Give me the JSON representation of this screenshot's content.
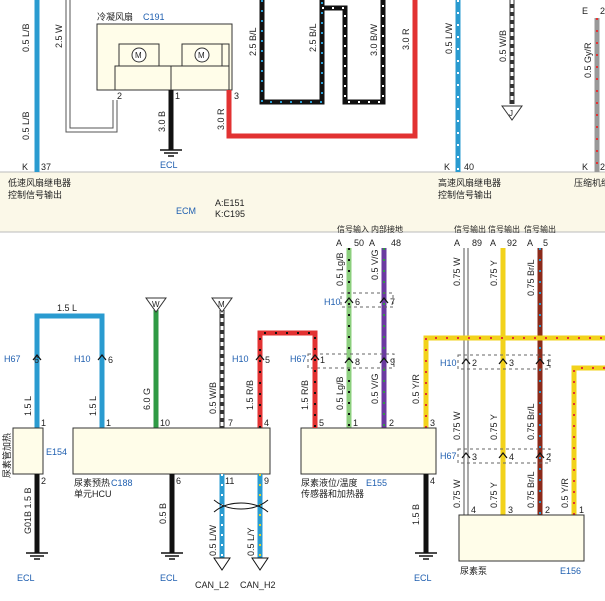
{
  "ecm": {
    "label": "ECM",
    "connector_a": "A:E151",
    "connector_k": "K:C195",
    "left_func": [
      "低速风扇继电器",
      "控制信号输出"
    ],
    "mid_func": [
      "高速风扇继电器",
      "控制信号输出"
    ],
    "right_func": [
      "压缩机继电"
    ],
    "pin37": "37",
    "pin40": "40",
    "pin2": "2",
    "letter_k": "K",
    "letter_e": "E"
  },
  "fan": {
    "title": "冷凝风扇",
    "code": "C191",
    "motor": "M",
    "pin1": "1",
    "pin2": "2",
    "pin3": "3"
  },
  "top_wires": {
    "w1": "0.5 L/B",
    "w1b": "0.5 L/B",
    "w2": "2.5 W",
    "w3": "2.5 B/L",
    "w4": "2.5 B/L",
    "w5": "3.0 B/W",
    "w6": "3.0 R",
    "w7": "3.0 B",
    "w8": "3.0 R",
    "w9": "0.5 L/W",
    "w10": "0.5 W/B",
    "w11": "0.5 Gy/R"
  },
  "ground": {
    "label": "ECL"
  },
  "junction_j": "J",
  "signals": {
    "sig_in": "信号输入",
    "internal_gnd": "内部接地",
    "out1": "信号输出",
    "out2": "信号输出",
    "out3": "信号输出",
    "pin50": "50",
    "pin48": "48",
    "pin89": "89",
    "pin92": "92",
    "pin5": "5",
    "letter_a": "A"
  },
  "connectors": {
    "h67": "H67",
    "h10": "H10"
  },
  "components": {
    "heater_pipe": "尿素管加热",
    "e154": "E154",
    "hcu_name": [
      "尿素预热",
      "单元HCU"
    ],
    "c188": "C188",
    "sensor_name": [
      "尿素液位/温度",
      "传感器和加热器"
    ],
    "e155": "E155",
    "pump": "尿素泵",
    "e156": "E156"
  },
  "bottom_wires": {
    "w15l": "1.5 L",
    "w15l_a": "1.5 L",
    "w15l_b": "1.5 L",
    "g01b": "G01B 1.5 B",
    "w6g": "6.0 G",
    "w05b": "0.5 B",
    "w05wb": "0.5 W/B",
    "w15rb_a": "1.5 R/B",
    "w15rb_b": "1.5 R/B",
    "w05lw": "0.5 L/W",
    "w05ly": "0.5 L/Y",
    "w05lgb_top": "0.5 Lg/B",
    "w05lgb_bot": "0.5 Lg/B",
    "w05vg_top": "0.5 V/G",
    "w05vg_bot": "0.5 V/G",
    "w05yr": "0.5 Y/R",
    "w05yr_b": "0.5 Y/R",
    "w15b": "1.5 B",
    "w075w_a": "0.75 W",
    "w075w_b": "0.75 W",
    "w075w_c": "0.75 W",
    "w075y_a": "0.75 Y",
    "w075y_b": "0.75 Y",
    "w075y_c": "0.75 Y",
    "w075brl_a": "0.75 Br/L",
    "w075brl_b": "0.75 Br/L",
    "w075brl_c": "0.75 Br/L"
  },
  "can": {
    "l2": "CAN_L2",
    "h2": "CAN_H2"
  },
  "pins": {
    "p1": "1",
    "p2": "2",
    "p3": "3",
    "p4": "4",
    "p5": "5",
    "p6": "6",
    "p7": "7",
    "p8": "8",
    "p9": "9",
    "p10": "10",
    "p11": "11"
  },
  "colors": {
    "blue": "#2a9bd0",
    "red": "#e23232",
    "green": "#2f9a44",
    "lightgreen": "#8ccf7e",
    "violet": "#6a3aa0",
    "yellow": "#f2d21b",
    "brown": "#8b2a1a",
    "black": "#111111",
    "band": "#fbf8e8"
  }
}
